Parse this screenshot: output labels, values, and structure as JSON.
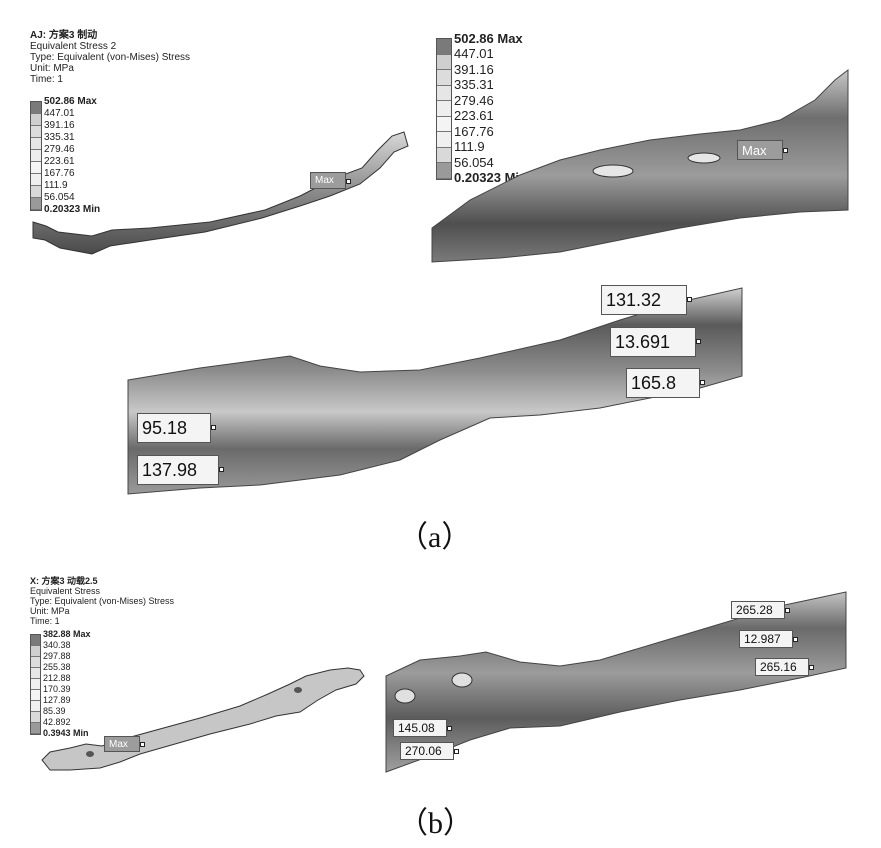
{
  "panel_a": {
    "header": {
      "title": "AJ: 方案3 制动",
      "name": "Equivalent Stress 2",
      "type": "Type: Equivalent (von-Mises) Stress",
      "unit": "Unit: MPa",
      "time": "Time: 1"
    },
    "legend": [
      "502.86 Max",
      "447.01",
      "391.16",
      "335.31",
      "279.46",
      "223.61",
      "167.76",
      "111.9",
      "56.054",
      "0.20323 Min"
    ],
    "max_tag": "Max",
    "probes_zoom": [
      "131.32",
      "13.691",
      "165.8",
      "95.18",
      "137.98"
    ],
    "caption": "（a）"
  },
  "panel_b": {
    "header": {
      "title": "X: 方案3 动载2.5",
      "name": "Equivalent Stress",
      "type": "Type: Equivalent (von-Mises) Stress",
      "unit": "Unit: MPa",
      "time": "Time: 1"
    },
    "legend": [
      "382.88 Max",
      "340.38",
      "297.88",
      "255.38",
      "212.88",
      "170.39",
      "127.89",
      "85.39",
      "42.892",
      "0.3943 Min"
    ],
    "max_tag": "Max",
    "probes": [
      "265.28",
      "12.987",
      "265.16",
      "145.08",
      "270.06"
    ],
    "caption": "（b）"
  },
  "colors": {
    "legend_shades": [
      "#7a7a7a",
      "#cfcfcf",
      "#dcdcdc",
      "#e6e6e6",
      "#eeeeee",
      "#f4f4f4",
      "#f0f0f0",
      "#d9d9d9",
      "#9a9a9a",
      "#5e5e5e"
    ]
  }
}
